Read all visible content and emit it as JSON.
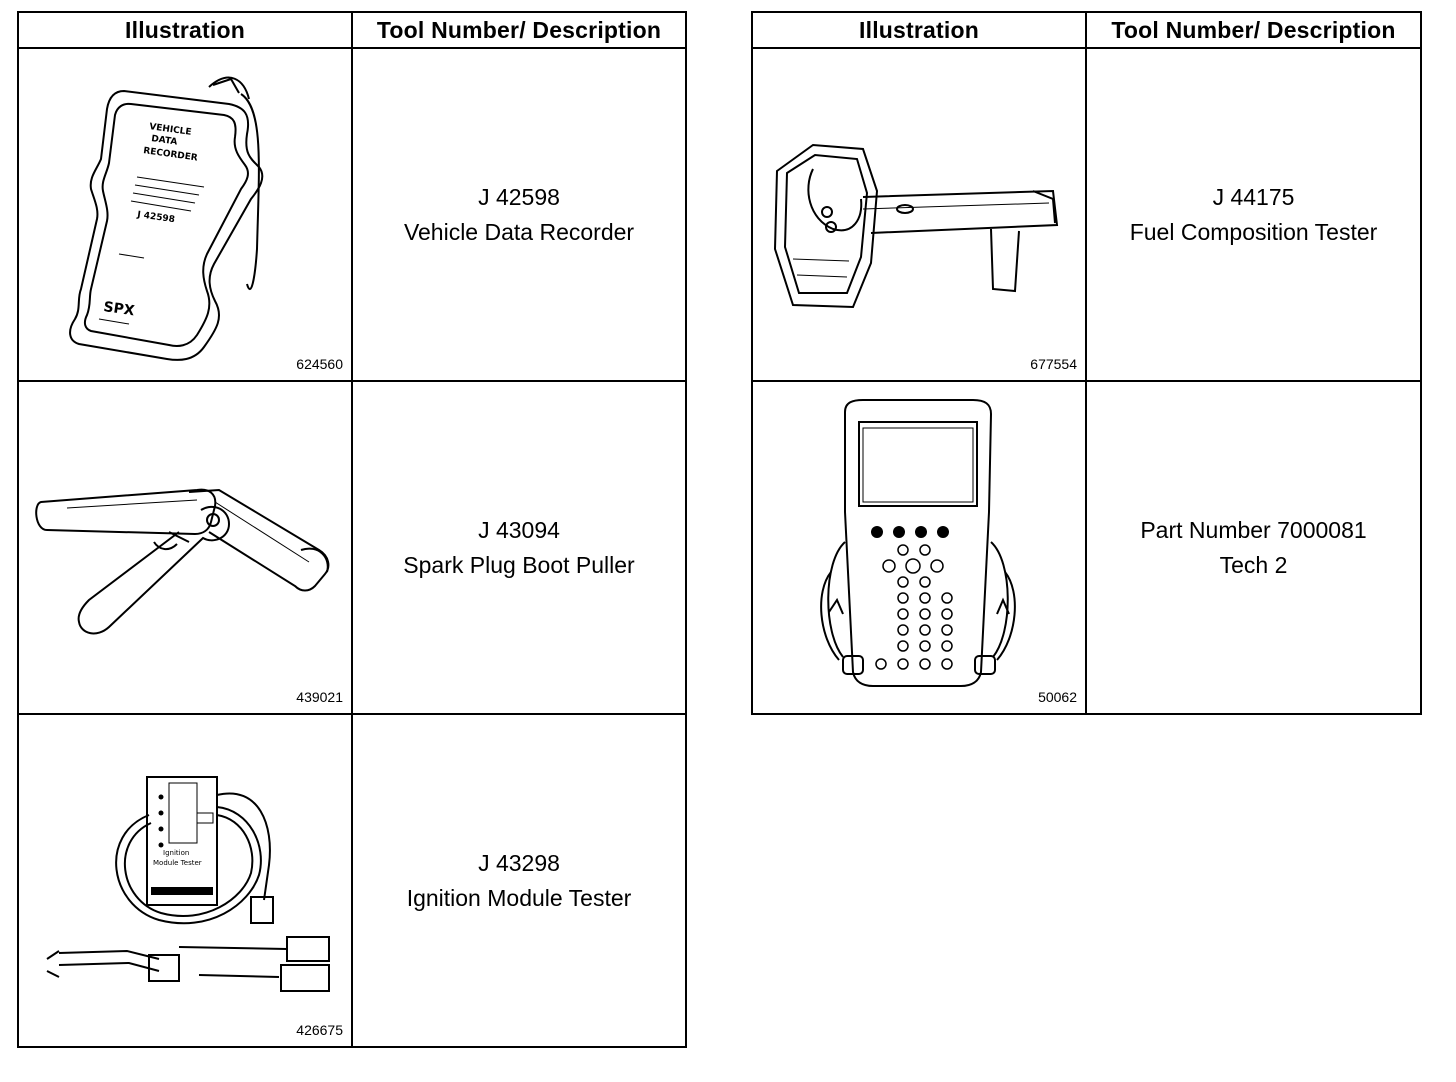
{
  "tables": [
    {
      "headers": {
        "illustration": "Illustration",
        "description": "Tool Number/ Description"
      },
      "rows": [
        {
          "figure": "624560",
          "tool_number": "J 42598",
          "description": "Vehicle Data Recorder",
          "icon": "vehicle-data-recorder-icon"
        },
        {
          "figure": "439021",
          "tool_number": "J 43094",
          "description": "Spark Plug Boot Puller",
          "icon": "spark-plug-boot-puller-icon"
        },
        {
          "figure": "426675",
          "tool_number": "J 43298",
          "description": "Ignition Module Tester",
          "icon": "ignition-module-tester-icon"
        }
      ]
    },
    {
      "headers": {
        "illustration": "Illustration",
        "description": "Tool Number/ Description"
      },
      "rows": [
        {
          "figure": "677554",
          "tool_number": "J 44175",
          "description": "Fuel Composition Tester",
          "icon": "fuel-composition-tester-icon"
        },
        {
          "figure": "50062",
          "tool_number": "Part Number 7000081",
          "description": "Tech 2",
          "icon": "tech-2-scan-tool-icon"
        }
      ]
    }
  ]
}
